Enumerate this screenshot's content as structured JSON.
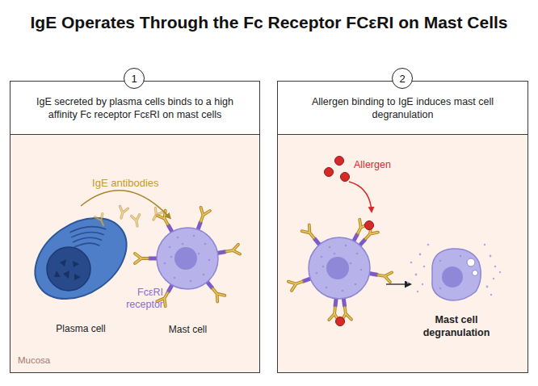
{
  "diagram": {
    "title": "IgE Operates Through the Fc Receptor FCεRI on Mast Cells",
    "nodes": [
      {
        "text": [
          "1"
        ]
      },
      {
        "text": [
          "IgE secreted by plasma cells binds to a high affinity Fc receptor FcεRI on mast cells"
        ]
      },
      {
        "text": [
          "Mucosa"
        ]
      },
      {
        "text": [
          "Plasma cell"
        ],
        "in": 2
      },
      {
        "text": [
          "Mast cell"
        ],
        "in": 2
      },
      {
        "text": [
          "2"
        ]
      },
      {
        "text": [
          "Allergen binding to IgE induces mast cell degranulation"
        ]
      },
      {
        "text": [
          "Mast cell degranulation"
        ]
      }
    ],
    "edges": [
      {
        "from": 3,
        "to": 4,
        "arrow": "to",
        "label": "IgE antibodies"
      }
    ],
    "labels": [
      "FcεRI receptor",
      "Allergen"
    ]
  }
}
